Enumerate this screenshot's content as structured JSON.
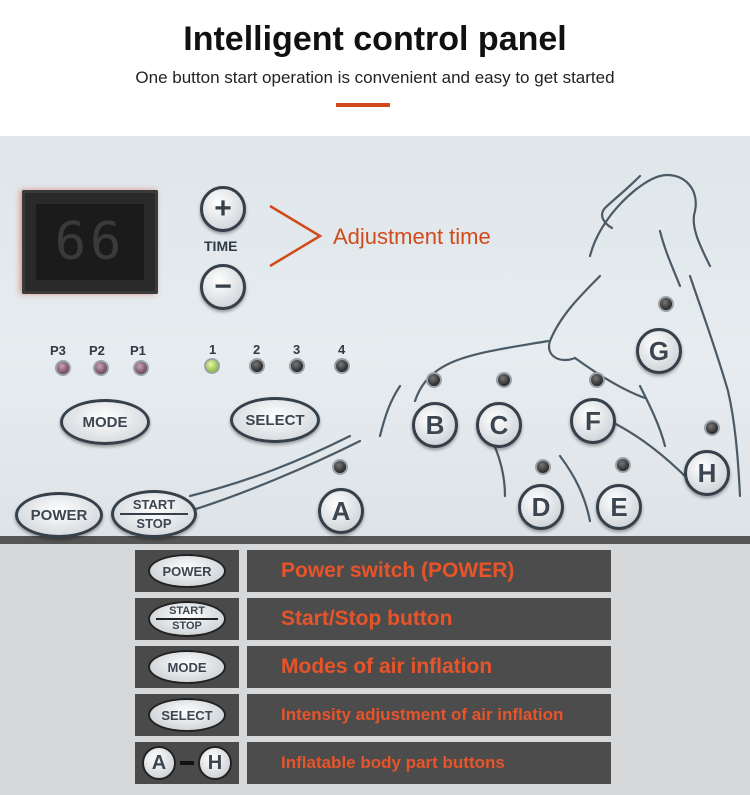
{
  "header": {
    "title": "Intelligent control panel",
    "subtitle": "One button start operation is convenient and easy to get started"
  },
  "panel": {
    "display_value": "66",
    "time": {
      "plus_icon": "+",
      "label": "TIME",
      "minus_icon": "−"
    },
    "annotation": "Adjustment time",
    "program_leds": [
      "P3",
      "P2",
      "P1"
    ],
    "intensity_leds": [
      "1",
      "2",
      "3",
      "4"
    ],
    "buttons": {
      "mode": "MODE",
      "select": "SELECT",
      "power": "POWER",
      "start": "START",
      "stop": "STOP"
    },
    "parts": [
      "A",
      "B",
      "C",
      "D",
      "E",
      "F",
      "G",
      "H"
    ]
  },
  "legend": [
    {
      "icon": "POWER",
      "text": "Power switch  (POWER)"
    },
    {
      "icon_top": "START",
      "icon_bottom": "STOP",
      "text": "Start/Stop button"
    },
    {
      "icon": "MODE",
      "text": "Modes of air inflation"
    },
    {
      "icon": "SELECT",
      "text": "Intensity adjustment of air inflation"
    },
    {
      "icon_left": "A",
      "icon_right": "H",
      "text": "Inflatable body part buttons"
    }
  ],
  "colors": {
    "accent": "#d24a1c",
    "legend_text": "#e8542a",
    "button_border": "#36404a"
  }
}
